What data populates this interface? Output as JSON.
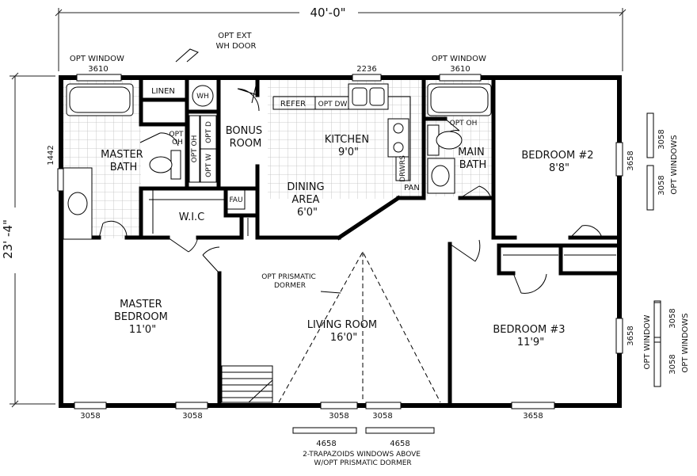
{
  "dimensions": {
    "width": "40'-0\"",
    "height": "23' -4\""
  },
  "rooms": {
    "master_bath": [
      "MASTER",
      "BATH"
    ],
    "bonus_room": [
      "BONUS",
      "ROOM"
    ],
    "kitchen": [
      "KITCHEN",
      "9'0\""
    ],
    "main_bath": [
      "MAIN",
      "BATH"
    ],
    "bedroom2": [
      "BEDROOM #2",
      "8'8\""
    ],
    "dining": [
      "DINING",
      "AREA",
      "6'0\""
    ],
    "wic": "W.I.C",
    "master_bedroom": [
      "MASTER",
      "BEDROOM",
      "11'0\""
    ],
    "living_room": [
      "LIVING ROOM",
      "16'0\""
    ],
    "bedroom3": [
      "BEDROOM #3",
      "11'9\""
    ]
  },
  "fixtures": {
    "linen": "LINEN",
    "wh": "WH",
    "refer": "REFER",
    "opt_dw": "OPT DW",
    "pan": "PAN",
    "drwrs": "DRWRS",
    "fau": "FAU",
    "opt_oh_master": [
      "OPT",
      "OH"
    ],
    "opt_oh_main": "OPT OH",
    "opt_oh_laundry": "OPT OH",
    "opt_d": "OPT D",
    "opt_w": "OPT W"
  },
  "annotations": {
    "opt_ext_wh_door": [
      "OPT EXT",
      "WH DOOR"
    ],
    "opt_window_left": [
      "OPT WINDOW",
      "3610"
    ],
    "opt_window_right": [
      "OPT WINDOW",
      "3610"
    ],
    "kitchen_window": "2236",
    "left_window": "1442",
    "right_bed2_window": "3658",
    "right_bed2_opt": [
      "3058",
      "OPT WINDOWS",
      "3058"
    ],
    "right_bed3_window": "3658",
    "right_bed3_opt_a": "OPT WINDOW",
    "right_bed3_opt_b": [
      "3058",
      "OPT WINDOWS",
      "3058"
    ],
    "prismatic_dormer": [
      "OPT PRISMATIC",
      "DORMER"
    ],
    "bottom_windows": [
      "3058",
      "3058",
      "3058",
      "3058",
      "3658"
    ],
    "trapezoid_sizes": [
      "4658",
      "4658"
    ],
    "trapezoid_note": [
      "2-TRAPAZOIDS WINDOWS ABOVE",
      "W/OPT PRISMATIC DORMER"
    ]
  }
}
